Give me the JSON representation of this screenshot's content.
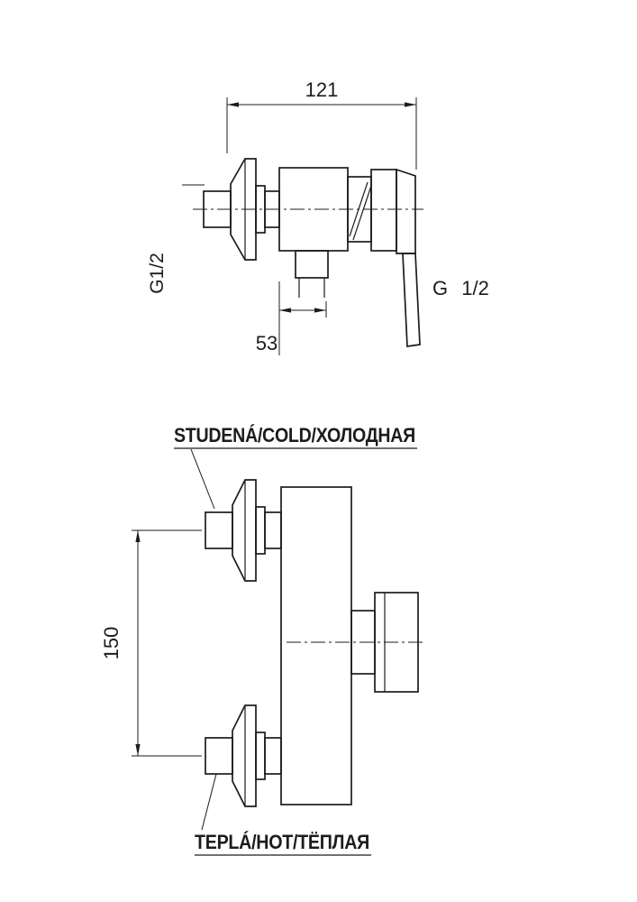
{
  "page": {
    "background": "#ffffff",
    "line_color": "#1c1c1c"
  },
  "side_view": {
    "width_dimension": "121",
    "outlet_dimension": "53",
    "inlet_thread_label": "G1/2",
    "outlet_thread_label": "G 1/2"
  },
  "front_view": {
    "inlet_spacing_dimension": "150",
    "cold_label": "STUDENÁ/COLD/ХОЛОДНАЯ",
    "hot_label": "TEPLÁ/HOT/ТЁПЛАЯ"
  }
}
